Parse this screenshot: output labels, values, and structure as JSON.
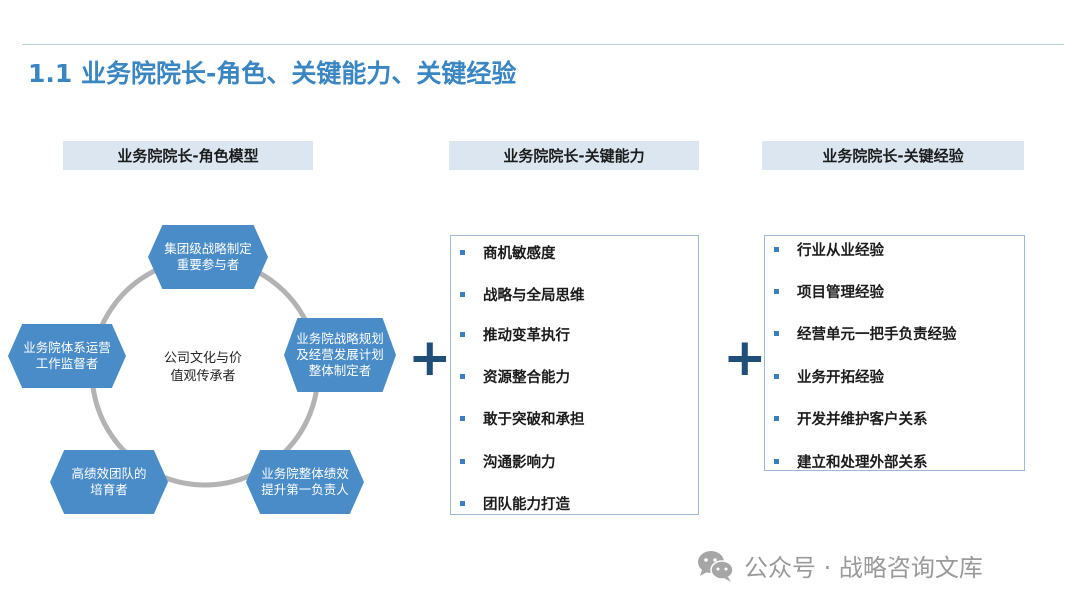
{
  "title": "1.1 业务院院长-角色、关键能力、关键经验",
  "sections": {
    "role": {
      "header": "业务院院长-角色模型"
    },
    "ability": {
      "header": "业务院院长-关键能力"
    },
    "experience": {
      "header": "业务院院长-关键经验"
    }
  },
  "role_model": {
    "center": "公司文化与价\n值观传承者",
    "roles": [
      "集团级战略制定\n重要参与者",
      "业务院战略规划\n及经营发展计划\n整体制定者",
      "业务院整体绩效\n提升第一负责人",
      "高绩效团队的\n培育者",
      "业务院体系运营\n工作监督者"
    ]
  },
  "abilities": [
    "商机敏感度",
    "战略与全局思维",
    "推动变革执行",
    "资源整合能力",
    "敢于突破和承担",
    "沟通影响力",
    "团队能力打造"
  ],
  "experiences": [
    "行业从业经验",
    "项目管理经验",
    "经营单元一把手负责经验",
    "业务开拓经验",
    "开发并维护客户关系",
    "建立和处理外部关系"
  ],
  "plus_symbol": "+",
  "watermark": {
    "text": "公众号 · 战略咨询文库",
    "icon": "wechat-icon"
  },
  "colors": {
    "title": "#3a86c2",
    "hexagon": "#4a8cc8",
    "header_bg": "#dbe6f1",
    "plus": "#1f4e79",
    "bullet": "#3a7fbf"
  }
}
